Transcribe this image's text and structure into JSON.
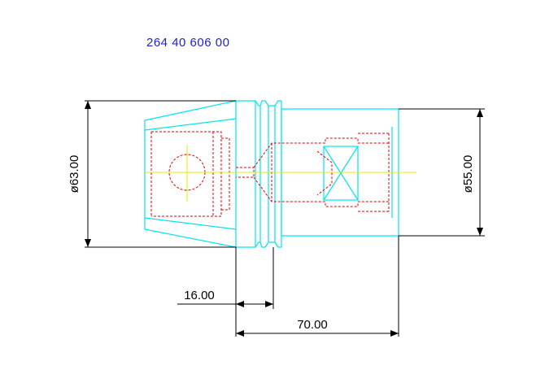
{
  "drawing": {
    "part_number": "264 40 606 00",
    "dimensions": {
      "diameter_left": "ø63.00",
      "diameter_right": "ø55.00",
      "length_short": "16.00",
      "length_long": "70.00"
    },
    "colors": {
      "outline": "#00e5ee",
      "hidden": "#e60000",
      "centerline": "#e8e800",
      "dimension": "#000000",
      "part_number": "#2222cc"
    }
  }
}
